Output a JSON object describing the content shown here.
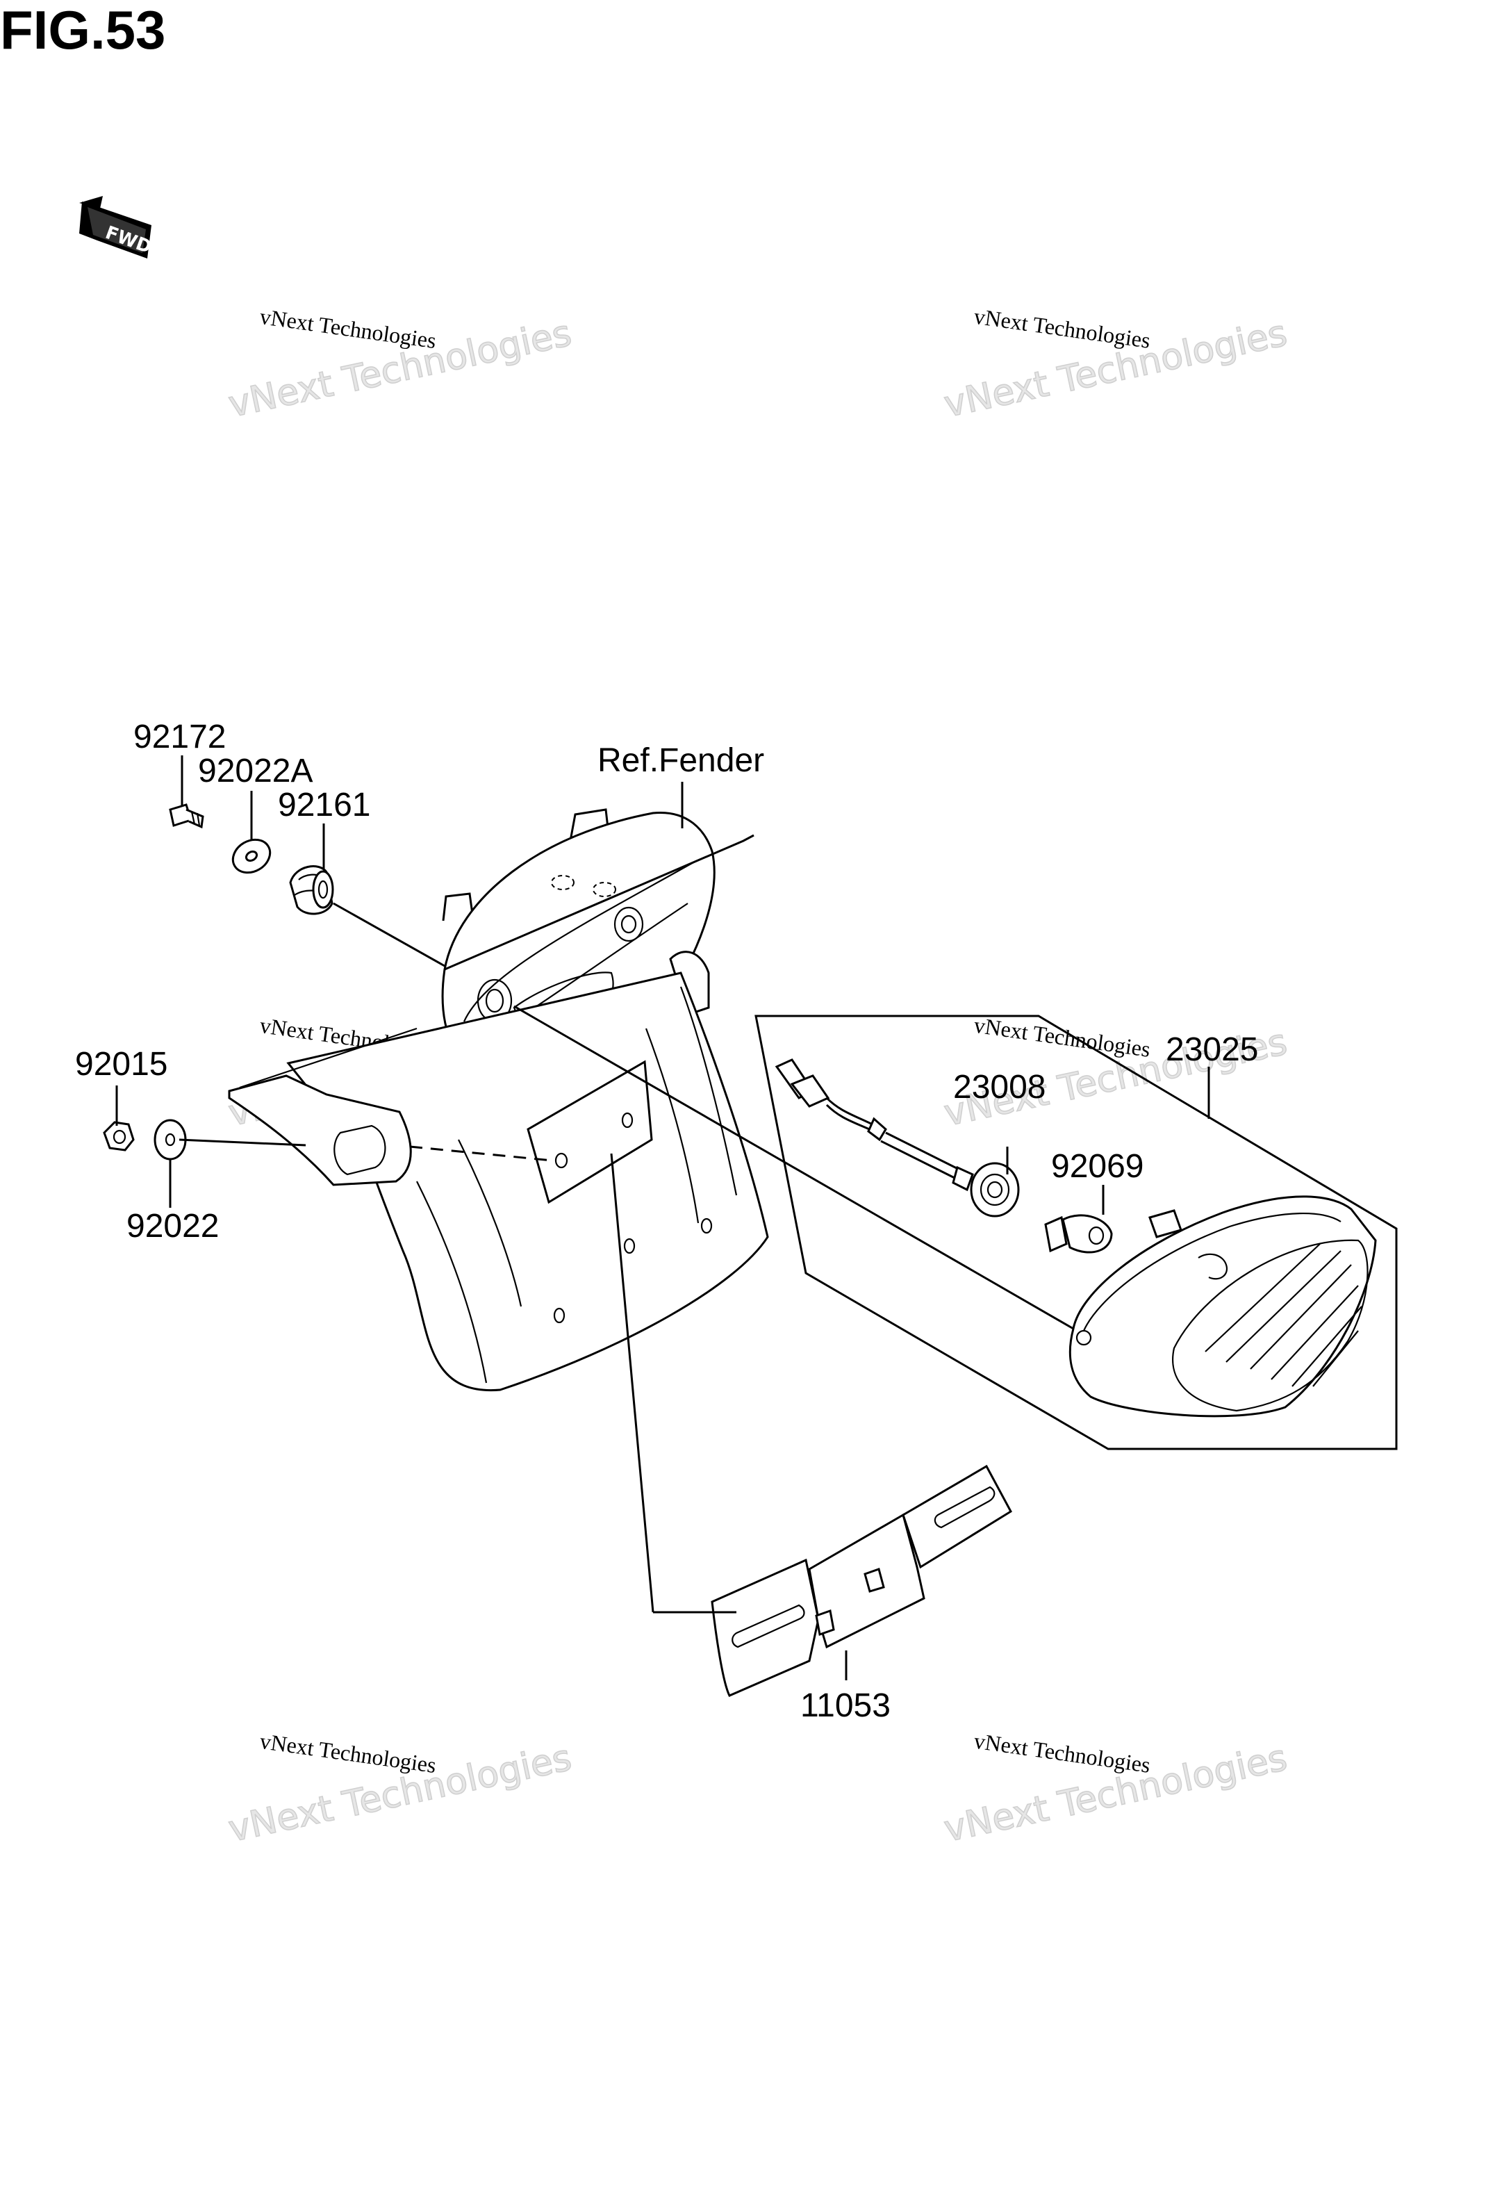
{
  "figure": {
    "title": "FIG.53",
    "fwd_label": "FWD"
  },
  "watermark": {
    "line1": "vNext Technologies",
    "line2": "vNext Technologies"
  },
  "callouts": {
    "c92172": "92172",
    "c92022A": "92022A",
    "c92161": "92161",
    "ref_fender": "Ref.Fender",
    "c92015": "92015",
    "c92022": "92022",
    "c23025": "23025",
    "c23008": "23008",
    "c92069": "92069",
    "c11053": "11053"
  }
}
